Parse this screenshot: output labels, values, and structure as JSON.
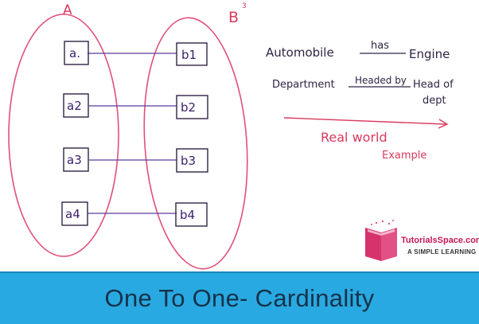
{
  "diagram": {
    "set_a_label": "A",
    "set_b_label": "B",
    "set_b_superscript": "3",
    "set_a_items": [
      "a.",
      "a2",
      "a3",
      "a4"
    ],
    "set_b_items": [
      "b1",
      "b2",
      "b3",
      "b4"
    ]
  },
  "notes": {
    "line1_left": "Automobile",
    "line1_rel": "has",
    "line1_right": "Engine",
    "line2_left": "Department",
    "line2_rel": "Headed by",
    "line2_right_1": "Head of",
    "line2_right_2": "dept",
    "example_line1": "Real world",
    "example_line2": "Example"
  },
  "logo": {
    "name": "TutorialsSpace.com",
    "tagline": "A SIMPLE LEARNING"
  },
  "banner": {
    "title": "One To One- Cardinality"
  },
  "colors": {
    "ink": "#3a1f6e",
    "ellipse": "#e0507a",
    "banner_bg": "#29a9e1",
    "banner_text": "#15324a",
    "example_ink": "#d83a5e"
  }
}
